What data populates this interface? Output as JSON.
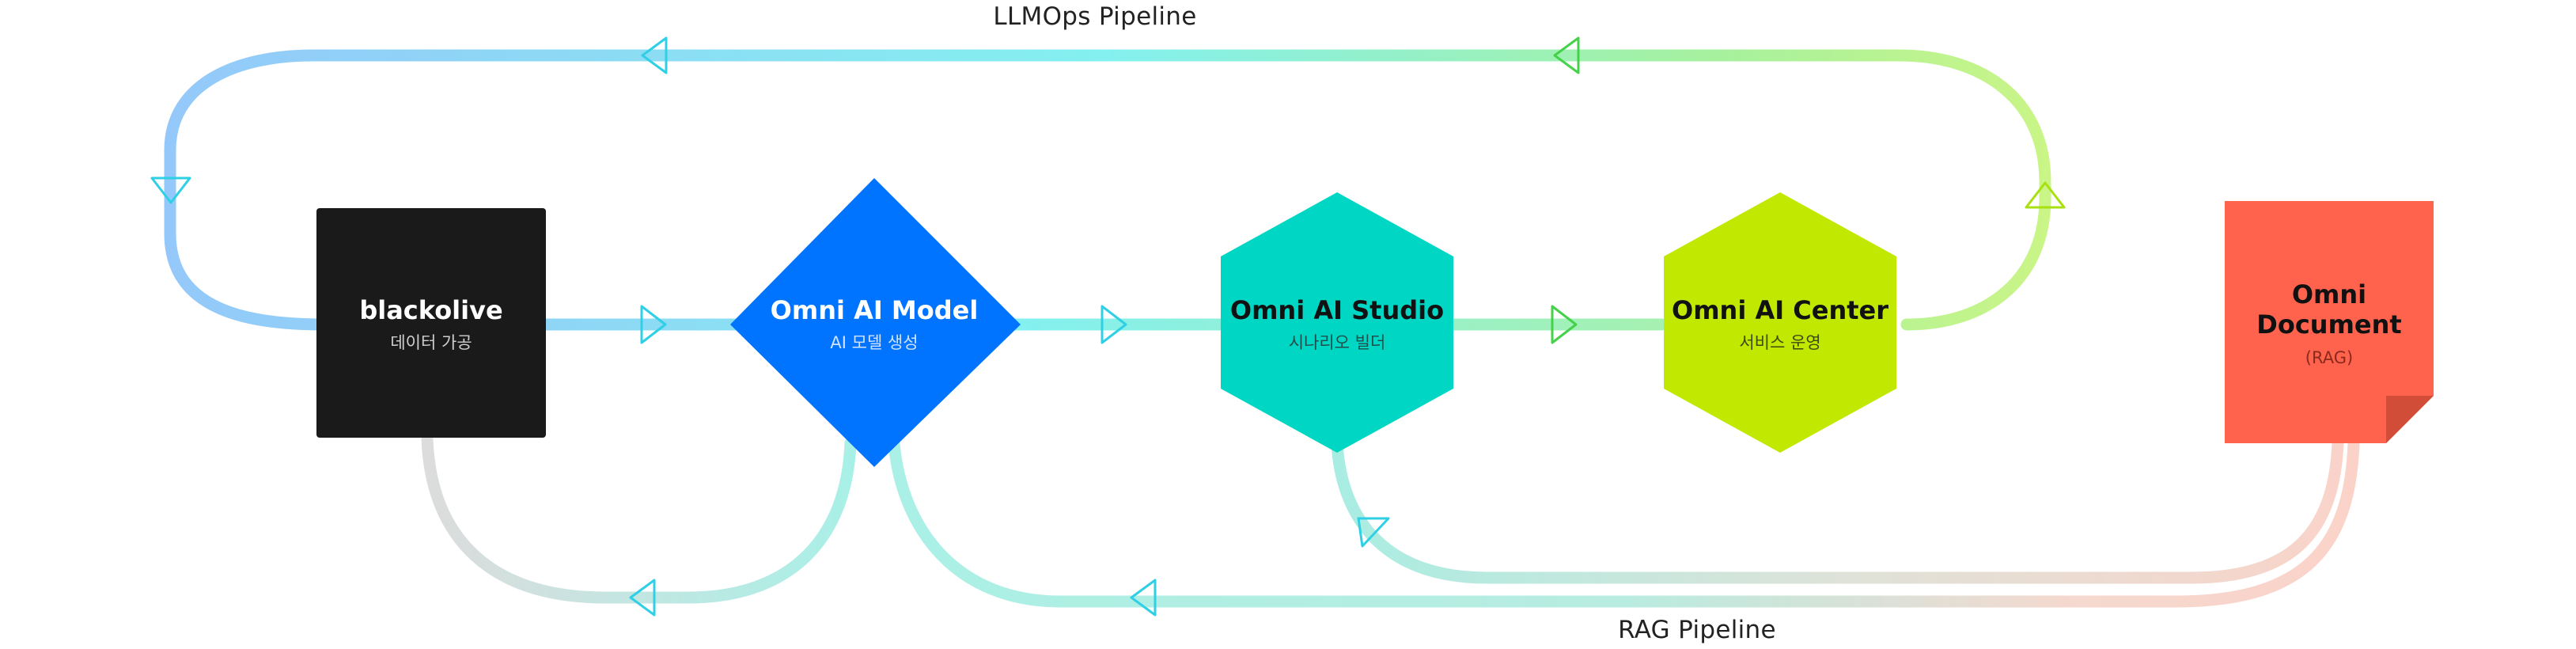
{
  "pipelines": {
    "top_label": "LLMOps Pipeline",
    "bottom_label": "RAG Pipeline"
  },
  "nodes": {
    "blackolive": {
      "title": "blackolive",
      "subtitle": "데이터 가공",
      "shape": "square",
      "color": "#1a1a1a"
    },
    "model": {
      "title": "Omni AI Model",
      "subtitle": "AI 모델 생성",
      "shape": "diamond",
      "color": "#0073ff"
    },
    "studio": {
      "title": "Omni AI Studio",
      "subtitle": "시나리오 빌더",
      "shape": "hexagon",
      "color": "#00d6c4"
    },
    "center": {
      "title": "Omni AI Center",
      "subtitle": "서비스 운영",
      "shape": "hexagon",
      "color": "#c0e800"
    },
    "document": {
      "title_line1": "Omni",
      "title_line2": "Document",
      "subtitle": "(RAG)",
      "shape": "document",
      "color": "#ff634d"
    }
  },
  "colors": {
    "blue": "#94c8fa",
    "cyan": "#84f0ef",
    "green": "#a6f19e",
    "lime": "#cbf586",
    "mint": "#aaf0e6",
    "peach": "#fbd2c8",
    "grey": "#dcdcdc",
    "arrow_cyan": "#2fd0e6",
    "arrow_green": "#45d24a",
    "arrow_lime": "#a8e010"
  },
  "icons": [
    "arrow-left-icon",
    "arrow-right-icon",
    "arrow-down-icon",
    "arrow-up-icon",
    "page-fold-icon"
  ]
}
